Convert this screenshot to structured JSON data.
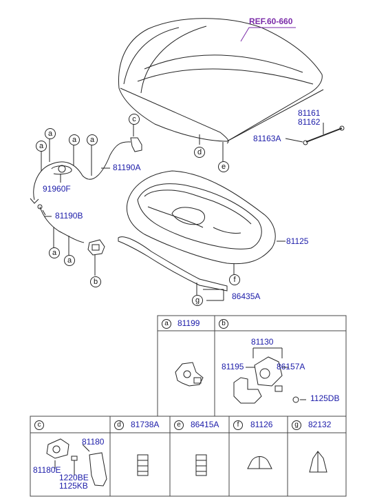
{
  "reference": "REF.60-660",
  "callout_letters": [
    "a",
    "b",
    "c",
    "d",
    "e",
    "f",
    "g"
  ],
  "main": {
    "p81161": "81161",
    "p81162": "81162",
    "p81163A": "81163A",
    "p81190A": "81190A",
    "p91960F": "91960F",
    "p81190B": "81190B",
    "p81125": "81125",
    "p86435A": "86435A"
  },
  "table": {
    "a": {
      "letter": "a",
      "part": "81199"
    },
    "b": {
      "letter": "b",
      "parts": {
        "p81130": "81130",
        "p81195": "81195",
        "p86157A": "86157A",
        "p1125DB": "1125DB"
      }
    },
    "c": {
      "letter": "c",
      "parts": {
        "p81180": "81180",
        "p81180E": "81180E",
        "p1220BE": "1220BE",
        "p1125KB": "1125KB"
      }
    },
    "d": {
      "letter": "d",
      "part": "81738A"
    },
    "e": {
      "letter": "e",
      "part": "86415A"
    },
    "f": {
      "letter": "f",
      "part": "81126"
    },
    "g": {
      "letter": "g",
      "part": "82132"
    }
  },
  "colors": {
    "part_number": "#1a1aa8",
    "reference": "#7a2aa8",
    "line": "#222222"
  }
}
